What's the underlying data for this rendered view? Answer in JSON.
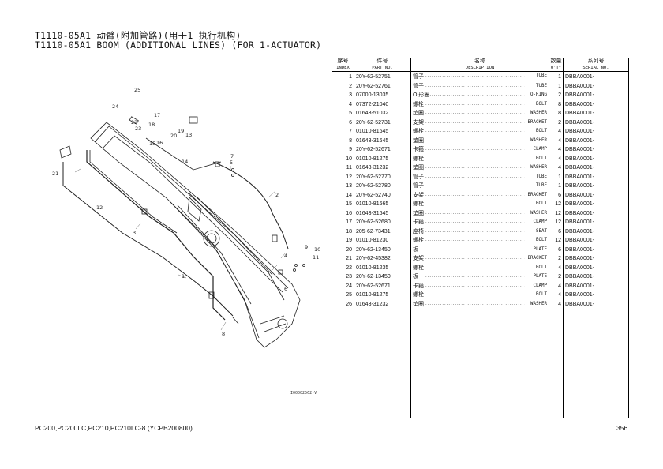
{
  "header": {
    "title_cn": "T1110-05A1 动臂(附加管路)(用于1 执行机构)",
    "title_en": "T1110-05A1 BOOM (ADDITIONAL LINES) (FOR 1-ACTUATOR)"
  },
  "table": {
    "headers": {
      "index_cn": "序号",
      "index_en": "INDEX",
      "part_cn": "件号",
      "part_en": "PART NO.",
      "name_cn": "名称",
      "name_en": "DESCRIPTION",
      "qty_cn": "数量",
      "qty_en": "Q'TY",
      "serial_cn": "系列号",
      "serial_en": "SERIAL NO."
    },
    "rows": [
      {
        "index": "1",
        "part": "20Y-62-52751",
        "cn": "管子",
        "en": "TUBE",
        "qty": "1",
        "serial": "DBBA0001-"
      },
      {
        "index": "2",
        "part": "20Y-62-52761",
        "cn": "管子",
        "en": "TUBE",
        "qty": "1",
        "serial": "DBBA0001-"
      },
      {
        "index": "3",
        "part": "07000-13035",
        "cn": "O 形圈",
        "en": "O-RING",
        "qty": "2",
        "serial": "DBBA0001-"
      },
      {
        "index": "4",
        "part": "07372-21040",
        "cn": "螺栓",
        "en": "BOLT",
        "qty": "8",
        "serial": "DBBA0001-"
      },
      {
        "index": "5",
        "part": "01643-51032",
        "cn": "垫圈",
        "en": "WASHER",
        "qty": "8",
        "serial": "DBBA0001-"
      },
      {
        "index": "6",
        "part": "20Y-62-52731",
        "cn": "支架",
        "en": "BRACKET",
        "qty": "2",
        "serial": "DBBA0001-"
      },
      {
        "index": "7",
        "part": "01010-81645",
        "cn": "螺栓",
        "en": "BOLT",
        "qty": "4",
        "serial": "DBBA0001-"
      },
      {
        "index": "8",
        "part": "01643-31645",
        "cn": "垫圈",
        "en": "WASHER",
        "qty": "4",
        "serial": "DBBA0001-"
      },
      {
        "index": "9",
        "part": "20Y-62-52671",
        "cn": "卡箍",
        "en": "CLAMP",
        "qty": "4",
        "serial": "DBBA0001-"
      },
      {
        "index": "10",
        "part": "01010-81275",
        "cn": "螺栓",
        "en": "BOLT",
        "qty": "4",
        "serial": "DBBA0001-"
      },
      {
        "index": "11",
        "part": "01643-31232",
        "cn": "垫圈",
        "en": "WASHER",
        "qty": "4",
        "serial": "DBBA0001-"
      },
      {
        "index": "12",
        "part": "20Y-62-52770",
        "cn": "管子",
        "en": "TUBE",
        "qty": "1",
        "serial": "DBBA0001-"
      },
      {
        "index": "13",
        "part": "20Y-62-52780",
        "cn": "管子",
        "en": "TUBE",
        "qty": "1",
        "serial": "DBBA0001-"
      },
      {
        "index": "14",
        "part": "20Y-62-52740",
        "cn": "支架",
        "en": "BRACKET",
        "qty": "6",
        "serial": "DBBA0001-"
      },
      {
        "index": "15",
        "part": "01010-81665",
        "cn": "螺栓",
        "en": "BOLT",
        "qty": "12",
        "serial": "DBBA0001-"
      },
      {
        "index": "16",
        "part": "01643-31645",
        "cn": "垫圈",
        "en": "WASHER",
        "qty": "12",
        "serial": "DBBA0001-"
      },
      {
        "index": "17",
        "part": "20Y-62-52680",
        "cn": "卡箍",
        "en": "CLAMP",
        "qty": "12",
        "serial": "DBBA0001-"
      },
      {
        "index": "18",
        "part": "205-62-73431",
        "cn": "座椅",
        "en": "SEAT",
        "qty": "6",
        "serial": "DBBA0001-"
      },
      {
        "index": "19",
        "part": "01010-81230",
        "cn": "螺栓",
        "en": "BOLT",
        "qty": "12",
        "serial": "DBBA0001-"
      },
      {
        "index": "20",
        "part": "20Y-62-13450",
        "cn": "板",
        "en": "PLATE",
        "qty": "6",
        "serial": "DBBA0001-"
      },
      {
        "index": "21",
        "part": "20Y-62-45382",
        "cn": "支架",
        "en": "BRACKET",
        "qty": "2",
        "serial": "DBBA0001-"
      },
      {
        "index": "22",
        "part": "01010-81235",
        "cn": "螺栓",
        "en": "BOLT",
        "qty": "4",
        "serial": "DBBA0001-"
      },
      {
        "index": "23",
        "part": "20Y-62-13450",
        "cn": "板",
        "en": "PLATE",
        "qty": "2",
        "serial": "DBBA0001-"
      },
      {
        "index": "24",
        "part": "20Y-62-52671",
        "cn": "卡箍",
        "en": "CLAMP",
        "qty": "4",
        "serial": "DBBA0001-"
      },
      {
        "index": "25",
        "part": "01010-81275",
        "cn": "螺栓",
        "en": "BOLT",
        "qty": "4",
        "serial": "DBBA0001-"
      },
      {
        "index": "26",
        "part": "01643-31232",
        "cn": "垫圈",
        "en": "WASHER",
        "qty": "4",
        "serial": "DBBA0001-"
      }
    ]
  },
  "diagram": {
    "figure_id": "I00002562-V",
    "callouts": [
      "1",
      "2",
      "3",
      "4",
      "5",
      "6",
      "7",
      "8",
      "9",
      "10",
      "11",
      "12",
      "13",
      "14",
      "15",
      "16",
      "17",
      "18",
      "19",
      "20",
      "21",
      "22",
      "23",
      "24",
      "25"
    ]
  },
  "footer": {
    "models": "PC200,PC200LC,PC210,PC210LC-8 (YCPB200800)",
    "page": "356"
  }
}
